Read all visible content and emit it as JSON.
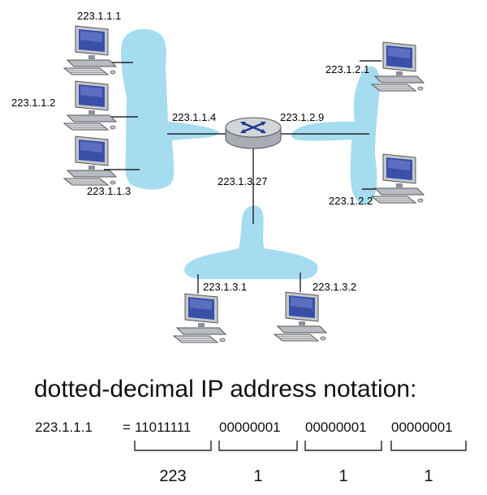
{
  "subnets": {
    "left": {
      "hosts": [
        "223.1.1.1",
        "223.1.1.2",
        "223.1.1.3"
      ],
      "router_interface": "223.1.1.4"
    },
    "right": {
      "hosts": [
        "223.1.2.1",
        "223.1.2.2"
      ],
      "router_interface": "223.1.2.9"
    },
    "bottom": {
      "hosts": [
        "223.1.3.1",
        "223.1.3.2"
      ],
      "router_interface": "223.1.3.27"
    }
  },
  "notation": {
    "title": "dotted-decimal IP address notation:",
    "address": "223.1.1.1",
    "equals": "=",
    "bytes_binary": [
      "11011111",
      "00000001",
      "00000001",
      "00000001"
    ],
    "bytes_decimal": [
      "223",
      "1",
      "1",
      "1"
    ]
  },
  "colors": {
    "subnet_fill": "#a6dcef",
    "router_fill": "#c9ccd1",
    "router_arrows": "#1f3a8f",
    "monitor_screen": "#3a4fa8",
    "computer_body": "#b8bcc2"
  },
  "icons": [
    "router-icon",
    "computer-icon"
  ]
}
